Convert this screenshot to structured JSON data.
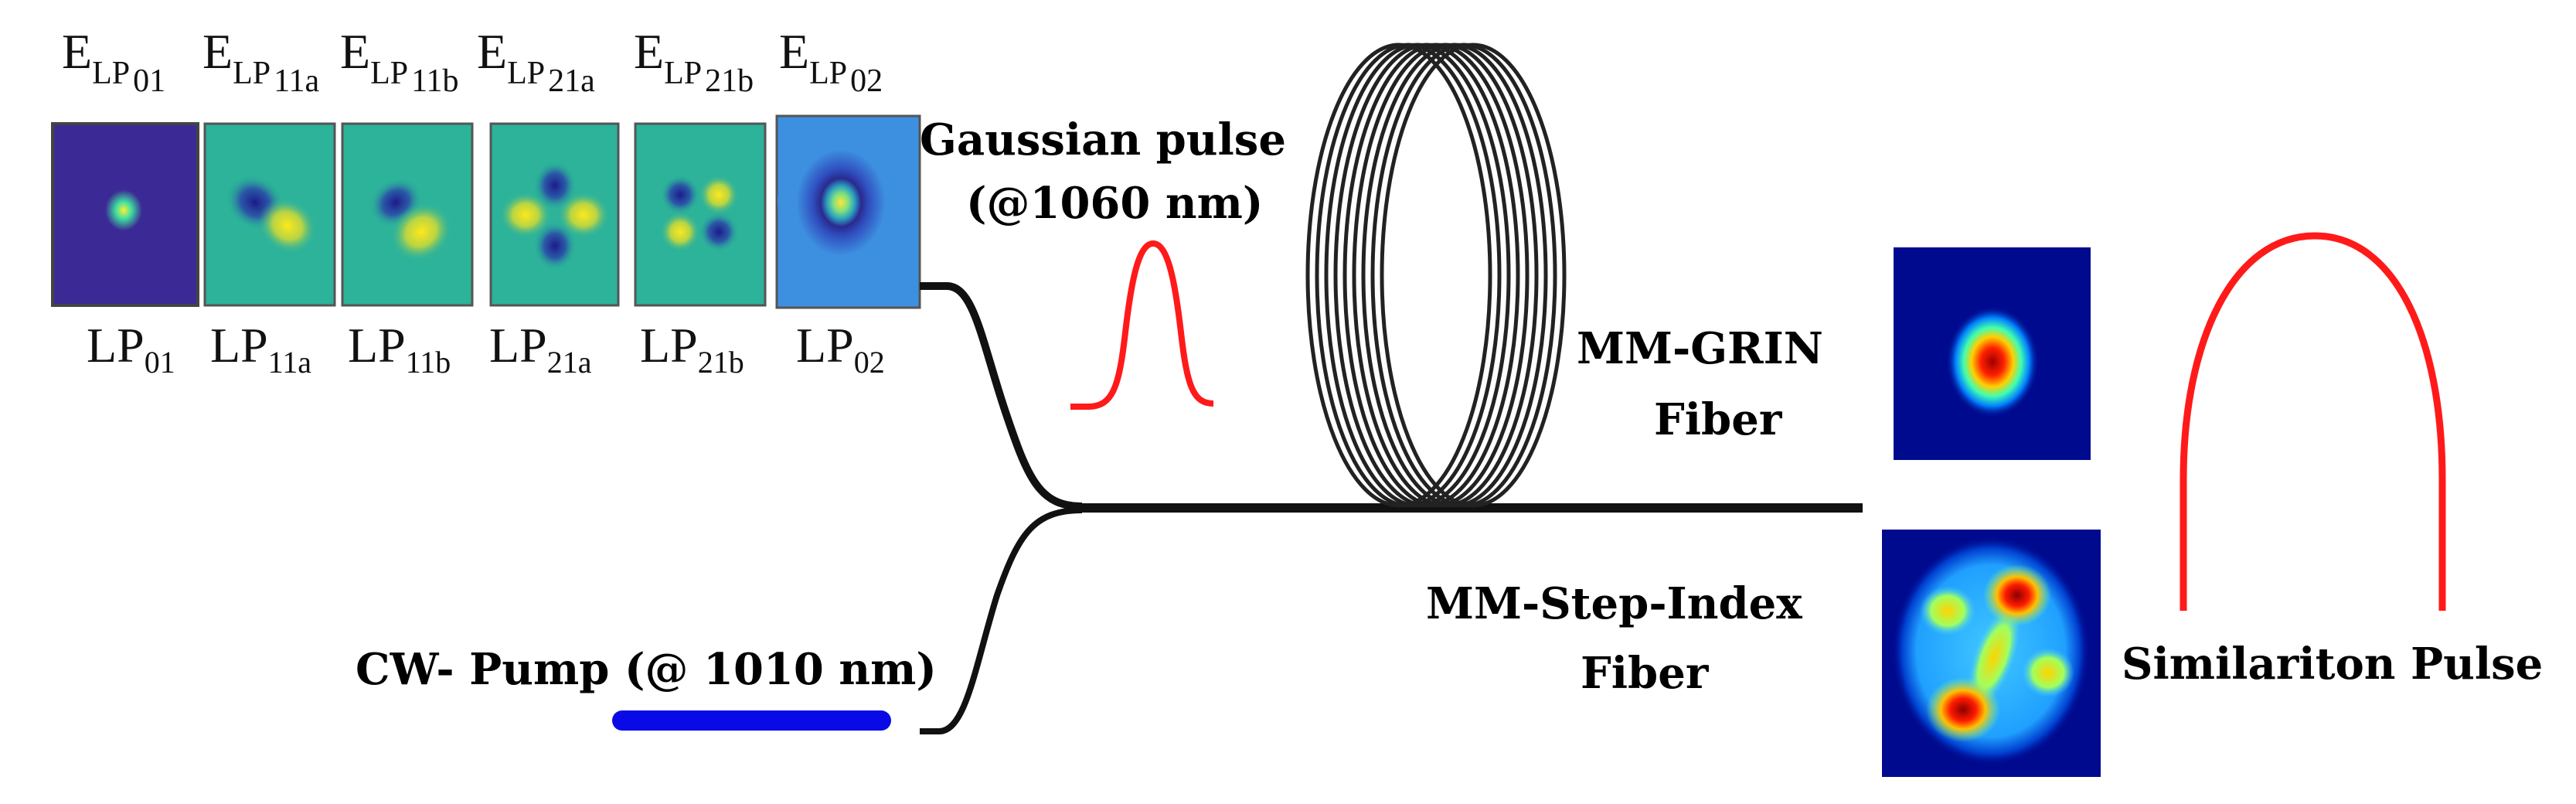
{
  "modes": [
    {
      "id": "LP01",
      "e_base": "E",
      "e_sub": "LP",
      "e_subsub": "01",
      "lp_base": "LP",
      "lp_sub": "01"
    },
    {
      "id": "LP11a",
      "e_base": "E",
      "e_sub": "LP",
      "e_subsub": "11a",
      "lp_base": "LP",
      "lp_sub": "11a"
    },
    {
      "id": "LP11b",
      "e_base": "E",
      "e_sub": "LP",
      "e_subsub": "11b",
      "lp_base": "LP",
      "lp_sub": "11b"
    },
    {
      "id": "LP21a",
      "e_base": "E",
      "e_sub": "LP",
      "e_subsub": "21a",
      "lp_base": "LP",
      "lp_sub": "21a"
    },
    {
      "id": "LP21b",
      "e_base": "E",
      "e_sub": "LP",
      "e_subsub": "21b",
      "lp_base": "LP",
      "lp_sub": "21b"
    },
    {
      "id": "LP02",
      "e_base": "E",
      "e_sub": "LP",
      "e_subsub": "02",
      "lp_base": "LP",
      "lp_sub": "02"
    }
  ],
  "gaussian_label_line1": "Gaussian pulse",
  "gaussian_label_line2": "(@1060 nm)",
  "cw_label_a": "CW- Pump",
  "cw_label_b": "(@ 1010 nm)",
  "grin_label_line1": "MM-GRIN",
  "grin_label_line2": "Fiber",
  "step_label_line1": "MM-Step-Index",
  "step_label_line2": "Fiber",
  "similariton_label": "Similariton Pulse",
  "colors": {
    "pulse_red": "#ff1a1a",
    "pump_blue": "#0a0ae6",
    "fiber": "#111111",
    "mode_bg_dark": "#3b2a95",
    "mode_bg_green": "#2cb39a",
    "mode_bg_blue": "#3d8fe0",
    "heatmap_bg": "#000a8f"
  }
}
